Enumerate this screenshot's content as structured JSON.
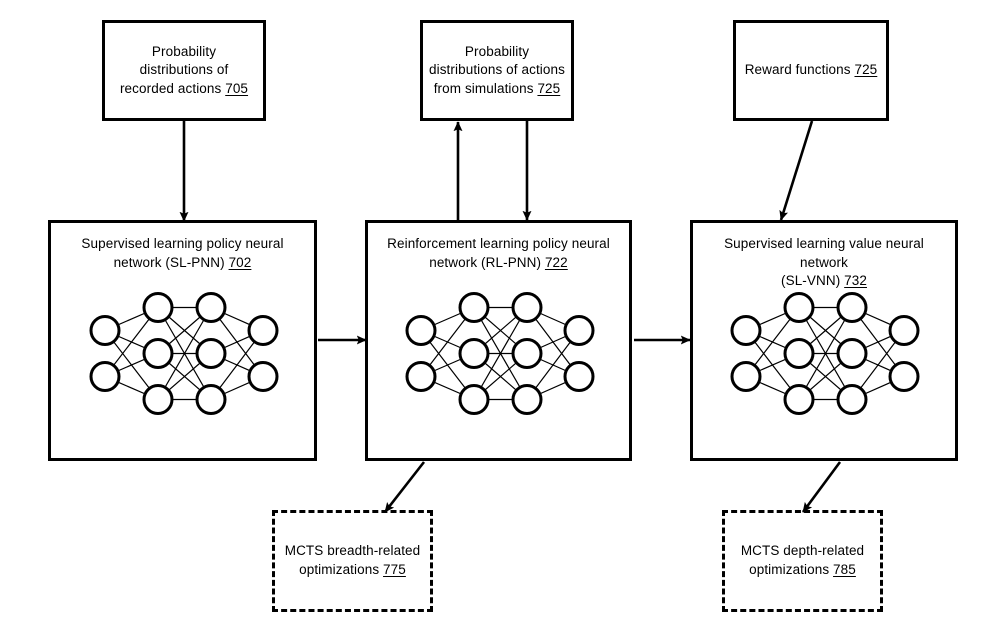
{
  "figure": {
    "kind": "patent-flow-diagram",
    "background": "#ffffff",
    "stroke_color": "#000000"
  },
  "top_boxes": [
    {
      "id": "probability-distributions-recorded-actions",
      "lines": [
        "Probability",
        "distributions of",
        "recorded actions "
      ],
      "ref": "705"
    },
    {
      "id": "probability-distributions-actions-simulations",
      "lines": [
        "Probability",
        "distributions of actions",
        "from simulations "
      ],
      "ref": "725"
    },
    {
      "id": "reward-functions",
      "lines": [
        "Reward functions "
      ],
      "ref": "725"
    }
  ],
  "network_boxes": [
    {
      "id": "sl-pnn",
      "lines": [
        "Supervised learning policy neural",
        "network (SL-PNN) "
      ],
      "ref": "702"
    },
    {
      "id": "rl-pnn",
      "lines": [
        "Reinforcement learning policy neural",
        "network (RL-PNN) "
      ],
      "ref": "722"
    },
    {
      "id": "sl-vnn",
      "lines": [
        "Supervised learning value neural network",
        "(SL-VNN) "
      ],
      "ref": "732"
    }
  ],
  "dashed_boxes": [
    {
      "id": "mcts-breadth-optimizations",
      "lines": [
        "MCTS breadth-related",
        "optimizations "
      ],
      "ref": "775"
    },
    {
      "id": "mcts-depth-optimizations",
      "lines": [
        "MCTS depth-related",
        "optimizations "
      ],
      "ref": "785"
    }
  ],
  "neural_net": {
    "layer_sizes": [
      2,
      3,
      3,
      2
    ],
    "node_radius": 14,
    "description": "fully connected feed-forward network, four layers"
  },
  "connectors": [
    {
      "id": "arrow-705-to-sl-pnn",
      "from": "probability-distributions-recorded-actions",
      "to": "sl-pnn",
      "direction": "down"
    },
    {
      "id": "arrow-rl-pnn-to-725",
      "from": "rl-pnn",
      "to": "probability-distributions-actions-simulations",
      "direction": "up"
    },
    {
      "id": "arrow-725-to-rl-pnn",
      "from": "probability-distributions-actions-simulations",
      "to": "rl-pnn",
      "direction": "down"
    },
    {
      "id": "arrow-reward-to-sl-vnn",
      "from": "reward-functions",
      "to": "sl-vnn",
      "direction": "down-left"
    },
    {
      "id": "arrow-sl-pnn-to-rl-pnn",
      "from": "sl-pnn",
      "to": "rl-pnn",
      "direction": "right"
    },
    {
      "id": "arrow-rl-pnn-to-sl-vnn",
      "from": "rl-pnn",
      "to": "sl-vnn",
      "direction": "right"
    },
    {
      "id": "arrow-rl-pnn-to-mcts-breadth",
      "from": "rl-pnn",
      "to": "mcts-breadth-optimizations",
      "direction": "down-left"
    },
    {
      "id": "arrow-sl-vnn-to-mcts-depth",
      "from": "sl-vnn",
      "to": "mcts-depth-optimizations",
      "direction": "down-left"
    }
  ]
}
